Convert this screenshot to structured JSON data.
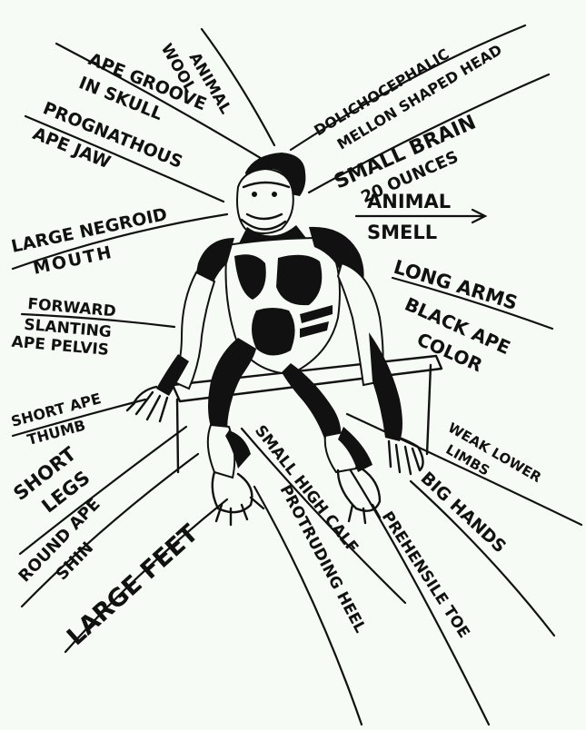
{
  "labels": {
    "animal_wool": [
      "ANIMAL",
      "WOOL"
    ],
    "ape_groove": [
      "APE GROOVE",
      "IN SKULL"
    ],
    "prognathous": [
      "PROGNATHOUS",
      "APE JAW"
    ],
    "dolicho": [
      "DOLICHOCEPHALIC",
      "MELLON SHAPED HEAD"
    ],
    "small_brain": [
      "SMALL BRAIN",
      "20 OUNCES"
    ],
    "animal_smell": [
      "ANIMAL",
      "SMELL"
    ],
    "negroid_mouth": [
      "LARGE NEGROID",
      "MOUTH"
    ],
    "long_arms": "LONG ARMS",
    "black_ape": [
      "BLACK APE",
      "COLOR"
    ],
    "forward_pelvis": [
      "FORWARD",
      "SLANTING",
      "APE PELVIS"
    ],
    "short_thumb": [
      "SHORT APE",
      "THUMB"
    ],
    "weak_limbs": [
      "WEAK LOWER",
      "LIMBS"
    ],
    "short_legs": [
      "SHORT",
      "LEGS"
    ],
    "big_hands": "BIG HANDS",
    "round_shin": [
      "ROUND APE",
      "SHIN"
    ],
    "large_feet": "LARGE FEET",
    "small_calf": "SMALL HIGH CALF",
    "protruding_heel": "PROTRUDING HEEL",
    "prehensile_toe": "PREHENSILE TOE"
  },
  "colors": {
    "ink": "#111111",
    "paper": "#f7fbf6"
  }
}
